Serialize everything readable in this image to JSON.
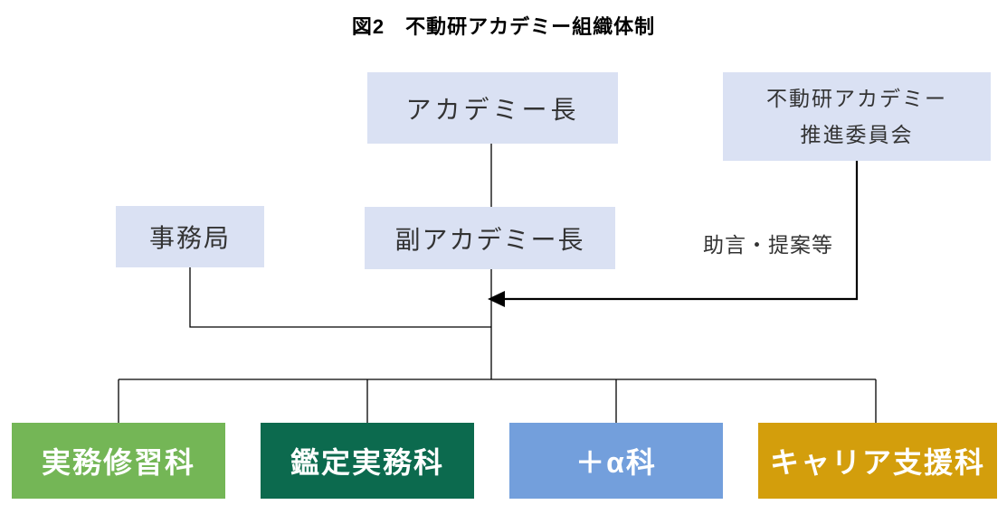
{
  "title": "図2　不動研アカデミー組織体制",
  "boxes": {
    "academy_head": "アカデミー長",
    "committee_line1": "不動研アカデミー",
    "committee_line2": "推進委員会",
    "secretariat": "事務局",
    "deputy_head": "副アカデミー長"
  },
  "edge_label": "助言・提案等",
  "departments": [
    {
      "label": "実務修習科",
      "color": "#74B656",
      "text_color": "#FFFFFF"
    },
    {
      "label": "鑑定実務科",
      "color": "#0C6A4E",
      "text_color": "#FFFFFF"
    },
    {
      "label": "＋α科",
      "color": "#739FDC",
      "text_color": "#FFFFFF"
    },
    {
      "label": "キャリア支援科",
      "color": "#D39E0C",
      "text_color": "#FFFFFF"
    }
  ],
  "colors": {
    "node_background": "#DAE1F3",
    "connector": "#000000"
  }
}
